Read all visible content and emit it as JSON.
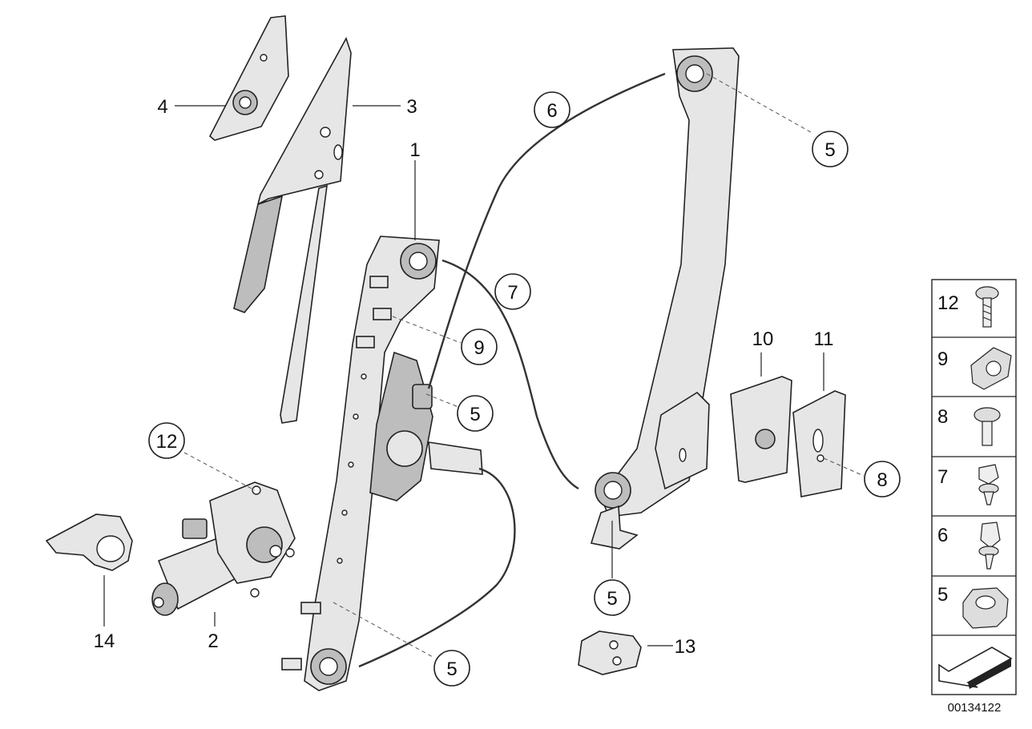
{
  "diagram": {
    "document_id": "00134122",
    "callouts": {
      "c1": "1",
      "c2": "2",
      "c3": "3",
      "c4": "4",
      "c5a": "5",
      "c5b": "5",
      "c5c": "5",
      "c5d": "5",
      "c6": "6",
      "c7": "7",
      "c8": "8",
      "c9": "9",
      "c10": "10",
      "c11": "11",
      "c12": "12",
      "c13": "13",
      "c14": "14"
    },
    "side_panel": {
      "items": [
        {
          "label": "12",
          "icon": "screw-icon"
        },
        {
          "label": "9",
          "icon": "clip-icon"
        },
        {
          "label": "8",
          "icon": "bolt-icon"
        },
        {
          "label": "7",
          "icon": "expanding-rivet-icon"
        },
        {
          "label": "6",
          "icon": "expanding-rivet-icon"
        },
        {
          "label": "5",
          "icon": "hex-nut-icon"
        }
      ],
      "nav_icon": "arrow-back-icon"
    }
  }
}
